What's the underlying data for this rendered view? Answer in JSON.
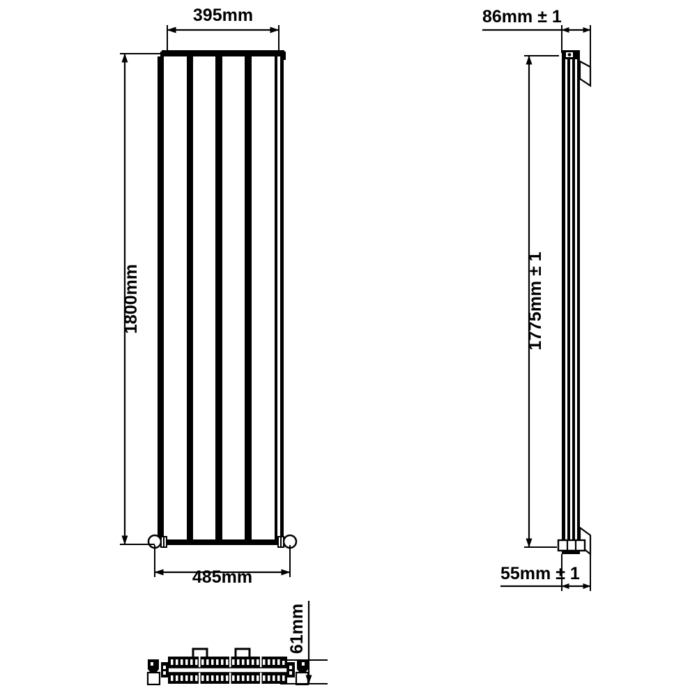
{
  "drawing": {
    "type": "technical-dimensional-drawing",
    "subject": "vertical-panel-radiator",
    "units": "mm",
    "background_color": "#ffffff",
    "line_color": "#000000",
    "views": [
      {
        "id": "front-elevation",
        "name": "front-view",
        "panel_count": 4
      },
      {
        "id": "side-elevation",
        "name": "side-view",
        "panel_count": 4
      },
      {
        "id": "plan-view",
        "name": "bottom-plan-view",
        "panel_count": 4
      }
    ]
  },
  "dimensions": {
    "front_width": "395mm",
    "front_height": "1800mm",
    "valve_centres": "485mm",
    "side_depth": "86mm ± 1",
    "side_height": "1775mm ± 1",
    "side_bracket_offset": "55mm ± 1",
    "plan_depth": "61mm"
  }
}
